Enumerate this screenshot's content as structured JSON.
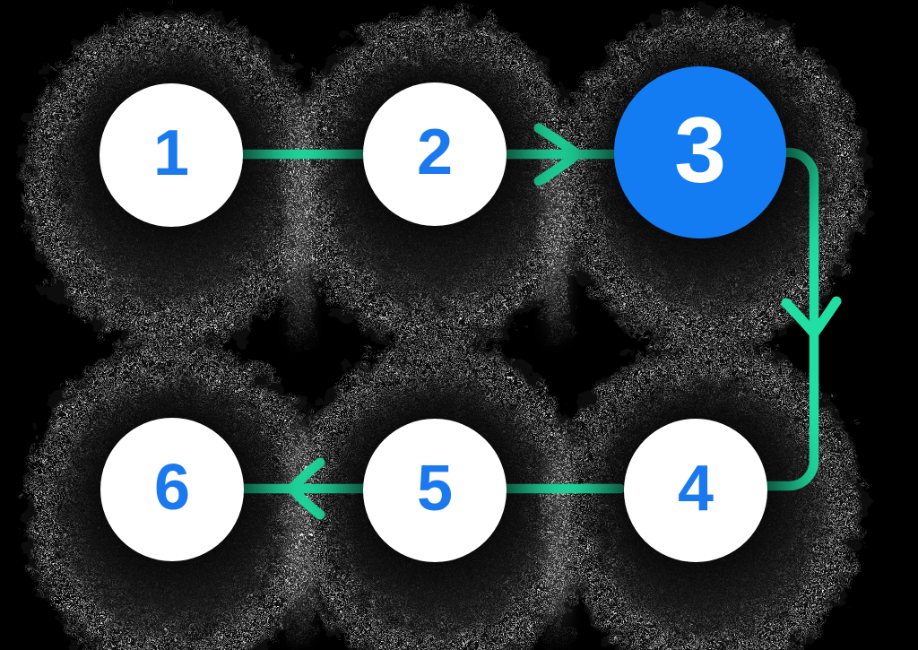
{
  "diagram": {
    "type": "process-flow",
    "active_step": 3,
    "steps": [
      {
        "label": "1",
        "state": "default"
      },
      {
        "label": "2",
        "state": "default"
      },
      {
        "label": "3",
        "state": "active"
      },
      {
        "label": "4",
        "state": "default"
      },
      {
        "label": "5",
        "state": "default"
      },
      {
        "label": "6",
        "state": "default"
      }
    ],
    "connections": [
      {
        "from": "1",
        "to": "2",
        "arrowhead": false,
        "direction": "right"
      },
      {
        "from": "2",
        "to": "3",
        "arrowhead": true,
        "direction": "right"
      },
      {
        "from": "3",
        "to": "4",
        "arrowhead": true,
        "direction": "down"
      },
      {
        "from": "4",
        "to": "5",
        "arrowhead": false,
        "direction": "left"
      },
      {
        "from": "5",
        "to": "6",
        "arrowhead": true,
        "direction": "left"
      }
    ]
  },
  "colors": {
    "background": "#000000",
    "circle-fill": "#ffffff",
    "number": "#1b79ef",
    "active-fill": "#147cf3",
    "active-number": "#ffffff",
    "connector": "#21dfa2"
  }
}
